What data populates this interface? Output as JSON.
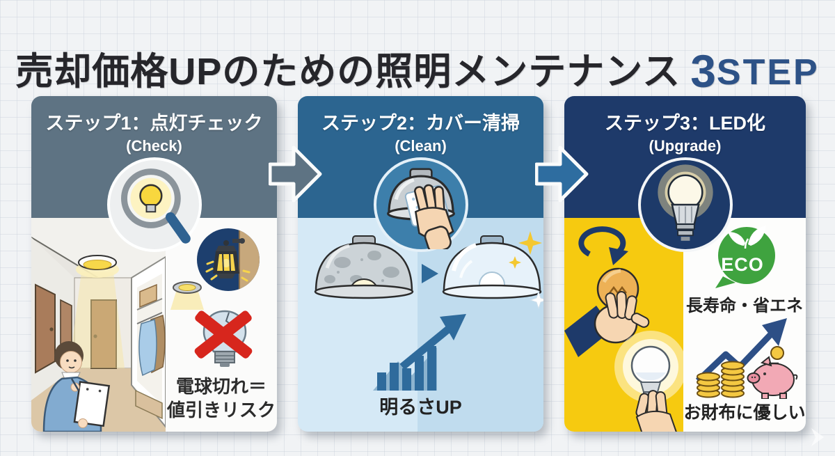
{
  "title": {
    "main": "売却価格UPのための照明メンテナンス",
    "accent_number": "3",
    "accent_text": "STEP"
  },
  "steps": [
    {
      "title": "ステップ1：点灯チェック",
      "subtitle": "(Check)",
      "caption_line1": "電球切れ＝",
      "caption_line2": "値引きリスク"
    },
    {
      "title": "ステップ2：カバー清掃",
      "subtitle": "(Clean)",
      "caption": "明るさUP"
    },
    {
      "title": "ステップ3：LED化",
      "subtitle": "(Upgrade)",
      "eco_label": "ECO",
      "benefit_top": "長寿命・省エネ",
      "benefit_bottom": "お財布に優しい"
    }
  ],
  "icons": [
    "magnifier-bulb-icon",
    "porch-light-icon",
    "downlight-icon",
    "broken-bulb-icon",
    "wipe-cover-icon",
    "dirty-cover-icon",
    "transition-arrow-icon",
    "clean-cover-icon",
    "sparkle-icon",
    "brightness-chart-icon",
    "led-bulb-icon",
    "swap-rotate-icon",
    "incandescent-bulb-icon",
    "hand-icon",
    "eco-badge-icon",
    "savings-chart-icon",
    "coin-stack-icon",
    "piggy-bank-icon",
    "step-arrow-icon",
    "hallway-check-illustration"
  ],
  "colors": {
    "title_text": "#26262b",
    "accent_blue": "#2d5287",
    "step1_header": "#5e7383",
    "step2_header": "#2c6590",
    "step3_header": "#1e3a6a",
    "step2_body_left": "#d5e9f6",
    "step2_body_right": "#c0dcee",
    "step3_yellow": "#f6ca10",
    "eco_green": "#3fa33f",
    "alert_red": "#d7261d",
    "arrow_step1to2": "#5e7383",
    "arrow_step2to3": "#2e6da0"
  }
}
